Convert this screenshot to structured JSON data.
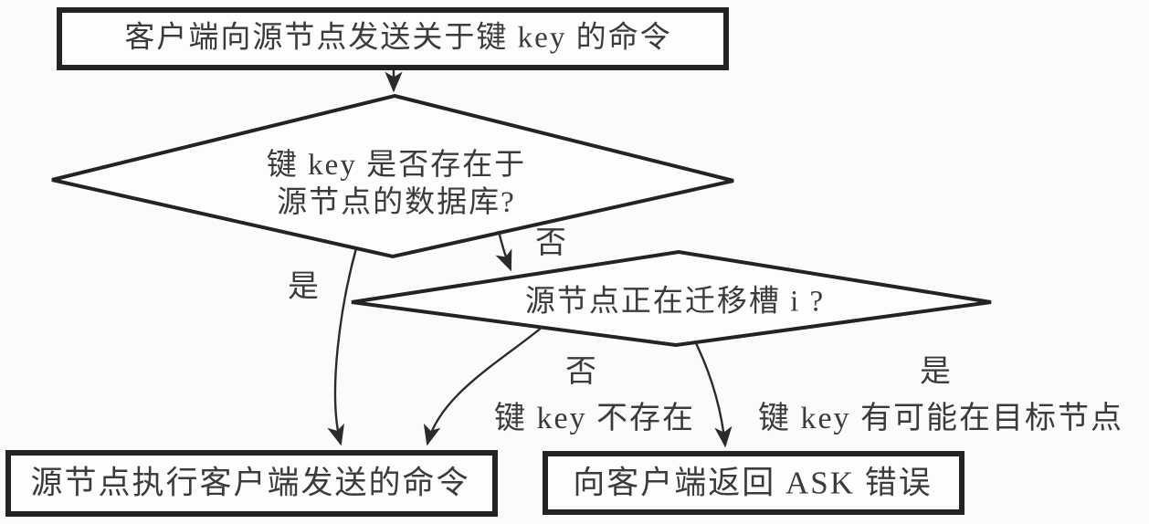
{
  "diagram": {
    "colors": {
      "line": "#232323",
      "text": "#3b3b3b",
      "background": "#fbfbfa",
      "node_fill": "#fdfdfc"
    },
    "nodes": {
      "start": {
        "label": "客户端向源节点发送关于键 key 的命令"
      },
      "check_key_exists": {
        "line1": "键 key 是否存在于",
        "line2": "源节点的数据库?"
      },
      "check_migrating": {
        "label": "源节点正在迁移槽 i ?"
      },
      "execute_command": {
        "label": "源节点执行客户端发送的命令"
      },
      "return_ask_error": {
        "label": "向客户端返回 ASK 错误"
      }
    },
    "edges": {
      "key_exists_yes": {
        "label": "是"
      },
      "key_exists_no": {
        "label": "否"
      },
      "migrating_no": {
        "label": "否",
        "note": "键 key 不存在"
      },
      "migrating_yes": {
        "label": "是",
        "note": "键 key 有可能在目标节点"
      }
    }
  }
}
